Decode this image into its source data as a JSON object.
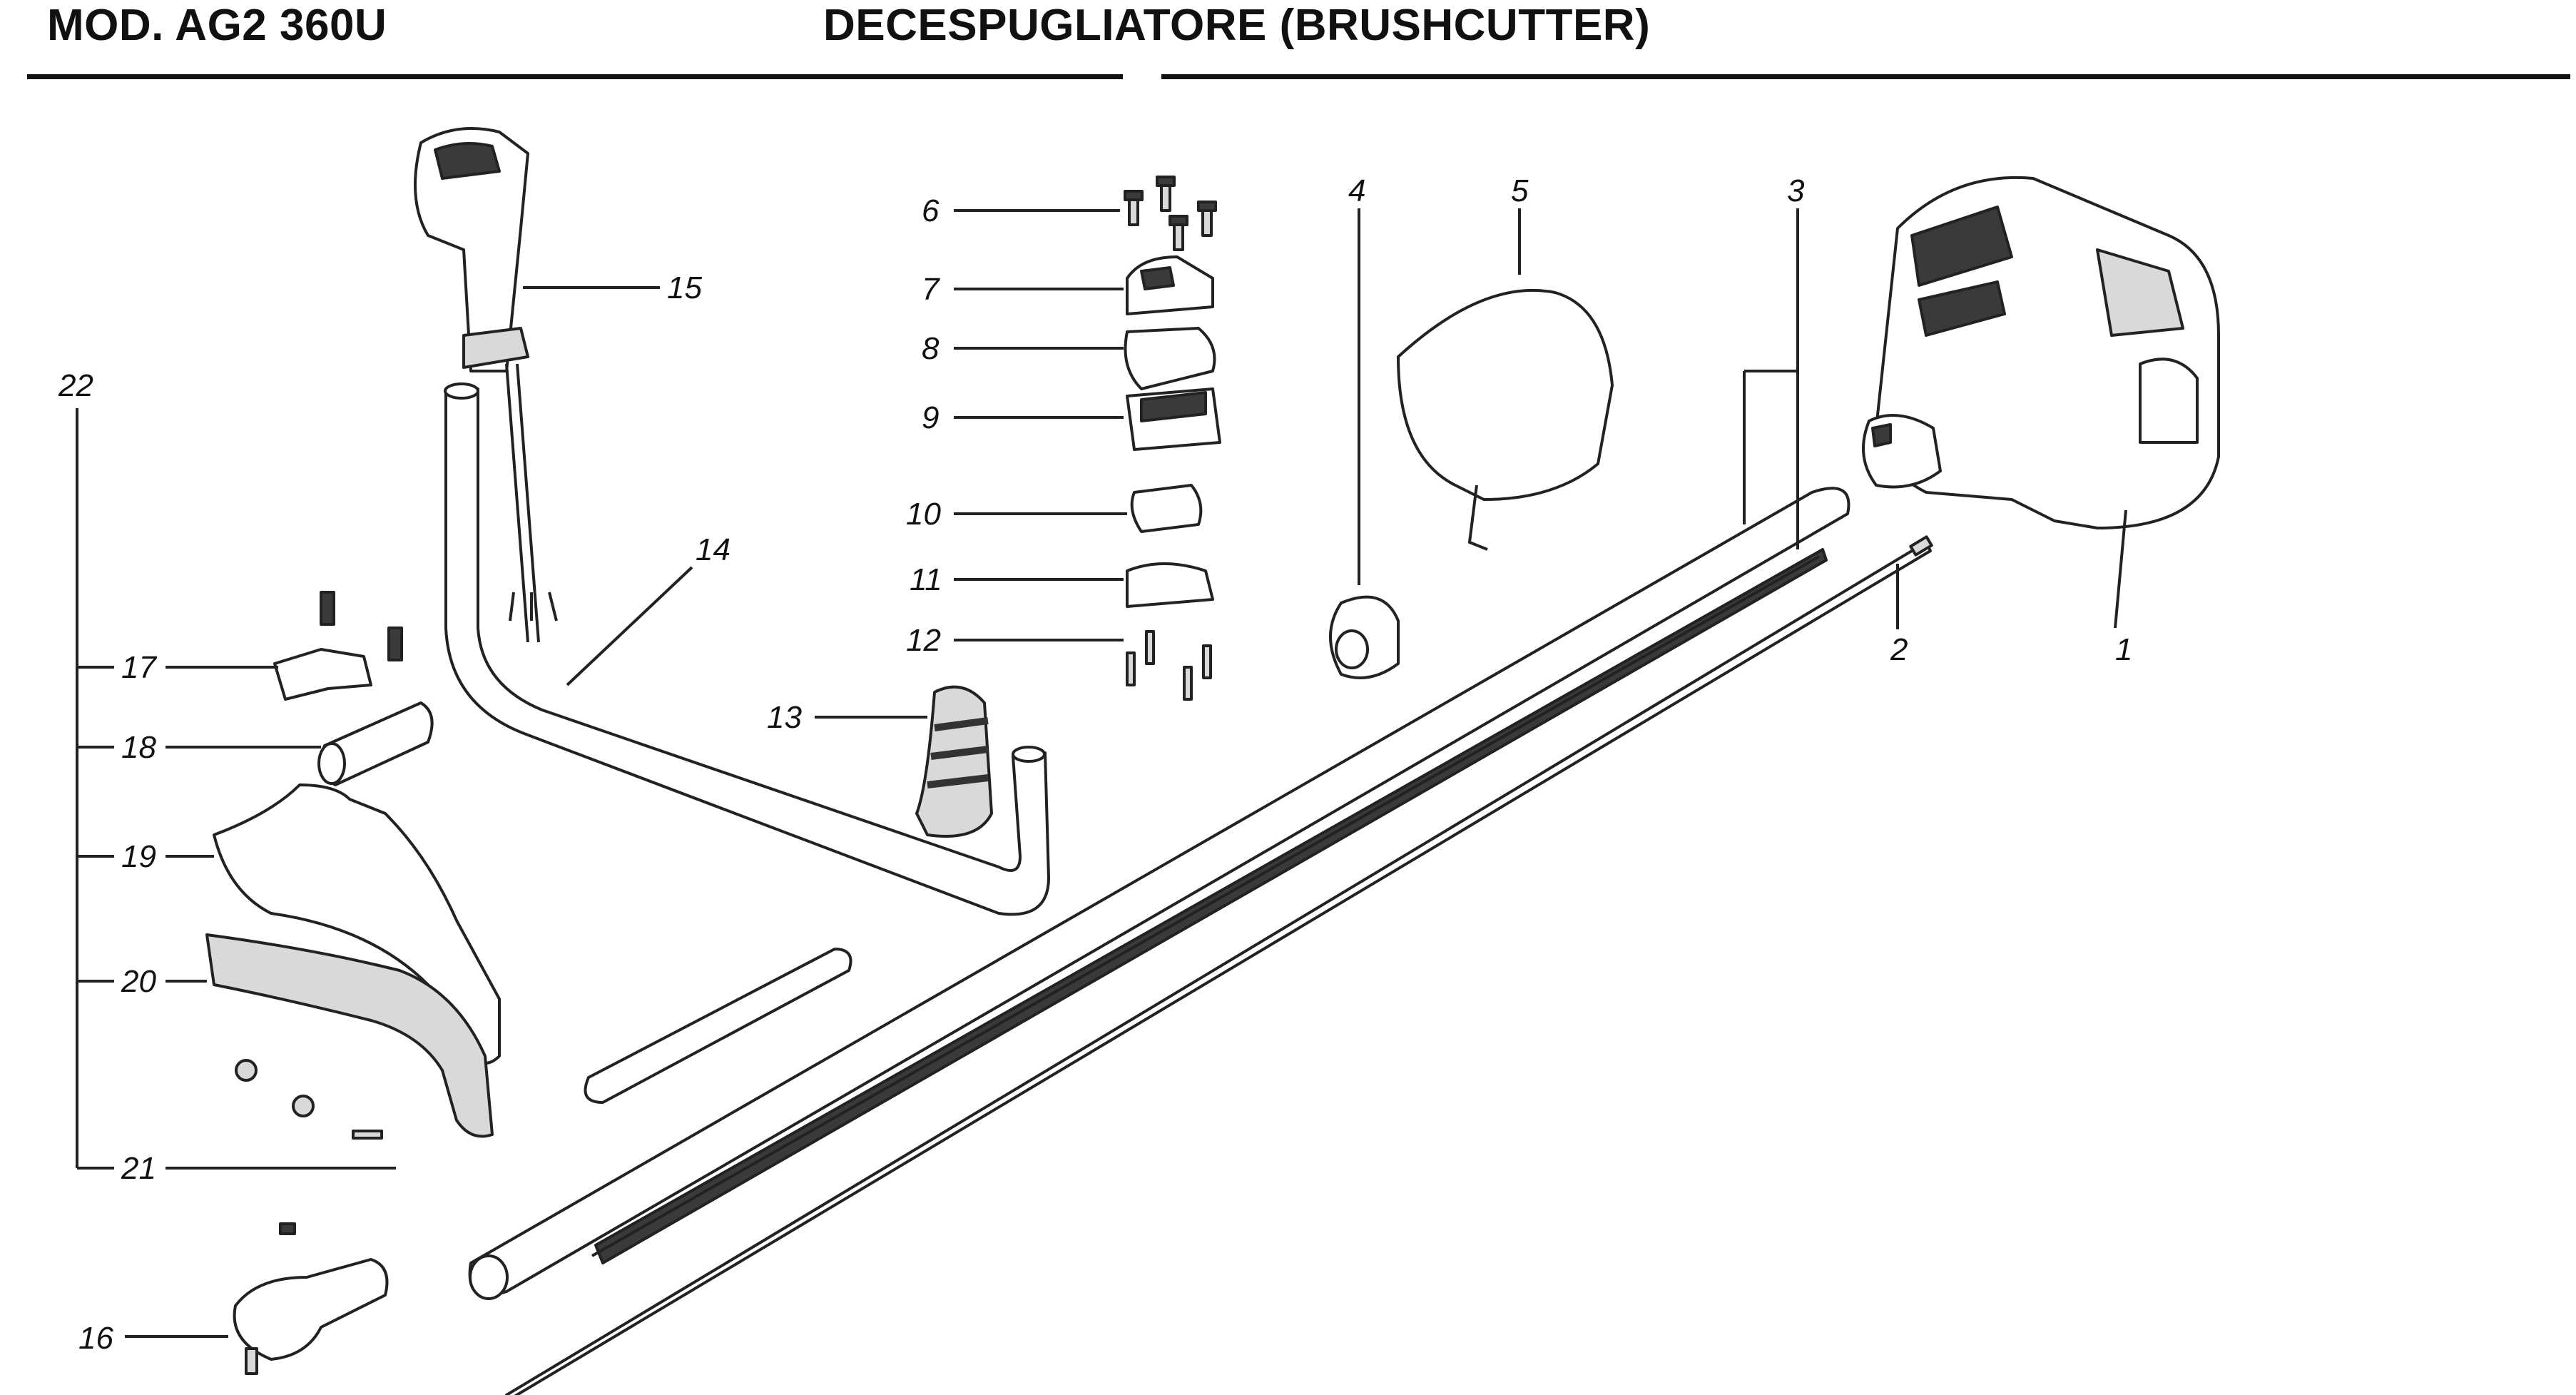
{
  "header": {
    "model": "MOD. AG2 360U",
    "title": "DECESPUGLIATORE (BRUSHCUTTER)"
  },
  "part_labels": {
    "p1": "1",
    "p2": "2",
    "p3": "3",
    "p4": "4",
    "p5": "5",
    "p6": "6",
    "p7": "7",
    "p8": "8",
    "p9": "9",
    "p10": "10",
    "p11": "11",
    "p12": "12",
    "p13": "13",
    "p14": "14",
    "p15": "15",
    "p16": "16",
    "p17": "17",
    "p18": "18",
    "p19": "19",
    "p20": "20",
    "p21": "21",
    "p22": "22"
  },
  "icons": {
    "engine": "engine-unit-drawing",
    "drive_shaft": "drive-shaft-drawing",
    "tube": "tube-drawing",
    "handlebar": "handlebar-drawing",
    "throttle": "throttle-grip-drawing",
    "gear_head": "gear-head-drawing",
    "guard": "blade-guard-drawing"
  }
}
